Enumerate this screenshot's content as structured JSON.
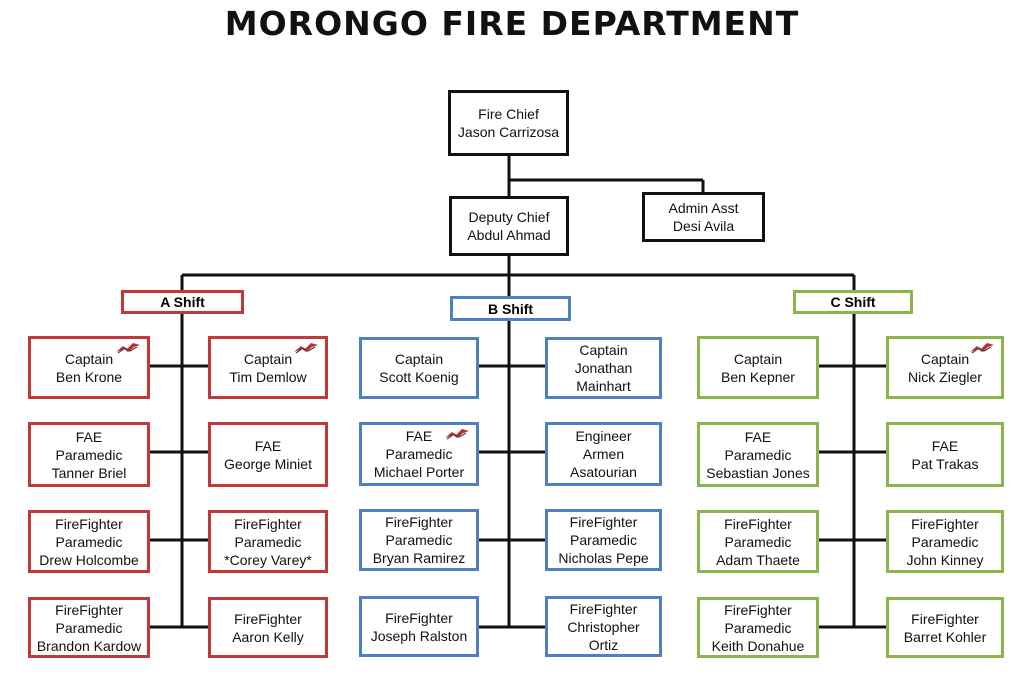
{
  "title": "MORONGO FIRE DEPARTMENT",
  "colors": {
    "line": "#111111",
    "a_shift": "#c0393b",
    "b_shift": "#4f7fc3",
    "c_shift": "#8ab54a",
    "logo_red": "#c8282c"
  },
  "chief": {
    "role": "Fire Chief",
    "name": "Jason Carrizosa"
  },
  "deputy": {
    "role": "Deputy Chief",
    "name": "Abdul Ahmad"
  },
  "admin": {
    "role": "Admin Asst",
    "name": "Desi Avila"
  },
  "shifts": [
    {
      "label": "A Shift",
      "left": [
        {
          "lines": [
            "Captain",
            "Ben Krone"
          ],
          "icon": "flame-logo-icon"
        },
        {
          "lines": [
            "FAE",
            "Paramedic",
            "Tanner Briel"
          ]
        },
        {
          "lines": [
            "FireFighter",
            "Paramedic",
            "Drew Holcombe"
          ]
        },
        {
          "lines": [
            "FireFighter",
            "Paramedic",
            "Brandon Kardow"
          ]
        }
      ],
      "right": [
        {
          "lines": [
            "Captain",
            "Tim Demlow"
          ],
          "icon": "flame-logo-icon"
        },
        {
          "lines": [
            "FAE",
            "George Miniet"
          ]
        },
        {
          "lines": [
            "FireFighter",
            "Paramedic",
            "*Corey Varey*"
          ]
        },
        {
          "lines": [
            "FireFighter",
            "Aaron Kelly"
          ]
        }
      ]
    },
    {
      "label": "B Shift",
      "left": [
        {
          "lines": [
            "Captain",
            "Scott Koenig"
          ]
        },
        {
          "lines": [
            "FAE",
            "Paramedic",
            "Michael Porter"
          ],
          "icon": "flame-logo-icon"
        },
        {
          "lines": [
            "FireFighter",
            "Paramedic",
            "Bryan Ramirez"
          ]
        },
        {
          "lines": [
            "FireFighter",
            "Joseph Ralston"
          ]
        }
      ],
      "right": [
        {
          "lines": [
            "Captain",
            "Jonathan",
            "Mainhart"
          ]
        },
        {
          "lines": [
            "Engineer",
            "Armen",
            "Asatourian"
          ]
        },
        {
          "lines": [
            "FireFighter",
            "Paramedic",
            "Nicholas Pepe"
          ]
        },
        {
          "lines": [
            "FireFighter",
            "Christopher",
            "Ortiz"
          ]
        }
      ]
    },
    {
      "label": "C Shift",
      "left": [
        {
          "lines": [
            "Captain",
            "Ben Kepner"
          ]
        },
        {
          "lines": [
            "FAE",
            "Paramedic",
            "Sebastian Jones"
          ]
        },
        {
          "lines": [
            "FireFighter",
            "Paramedic",
            "Adam Thaete"
          ]
        },
        {
          "lines": [
            "FireFighter",
            "Paramedic",
            "Keith Donahue"
          ]
        }
      ],
      "right": [
        {
          "lines": [
            "Captain",
            "Nick Ziegler"
          ],
          "icon": "flame-logo-icon"
        },
        {
          "lines": [
            "FAE",
            "Pat Trakas"
          ]
        },
        {
          "lines": [
            "FireFighter",
            "Paramedic",
            "John Kinney"
          ]
        },
        {
          "lines": [
            "FireFighter",
            "Barret Kohler"
          ]
        }
      ]
    }
  ]
}
